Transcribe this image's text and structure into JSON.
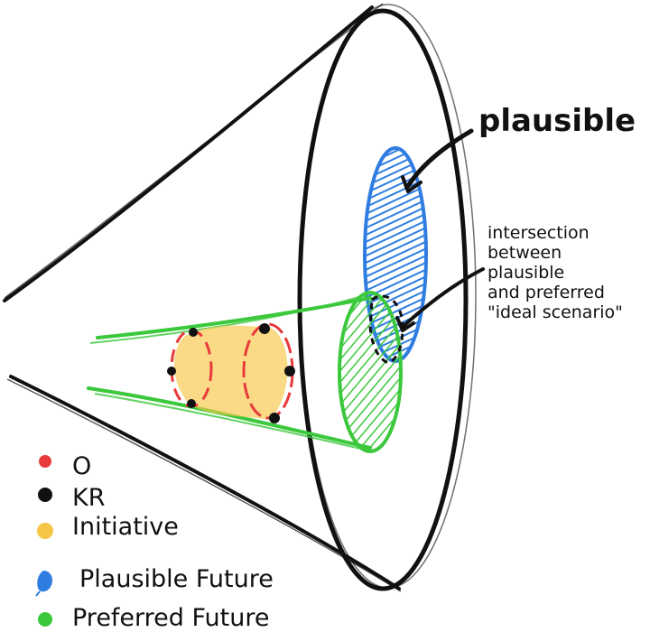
{
  "colors": {
    "outline": "#111111",
    "plausible": "#2f7de1",
    "preferred": "#3cc83c",
    "objective": "#e83a3a",
    "key_result": "#111111",
    "initiative": "#f7c646"
  },
  "annotations": {
    "plausible": "plausible",
    "intersection": [
      "intersection",
      "between",
      "plausible",
      "and preferred",
      "\"ideal scenario\""
    ]
  },
  "legend": [
    {
      "icon": "red-dot-icon",
      "color": "#e83a3a",
      "label": "O"
    },
    {
      "icon": "black-dot-icon",
      "color": "#111111",
      "label": "KR"
    },
    {
      "icon": "yellow-dot-icon",
      "color": "#f7c646",
      "label": "Initiative"
    },
    {
      "icon": "blue-drop-icon",
      "color": "#2f7de1",
      "label": "Plausible Future"
    },
    {
      "icon": "green-dot-icon",
      "color": "#3cc83c",
      "label": "Preferred Future"
    }
  ]
}
